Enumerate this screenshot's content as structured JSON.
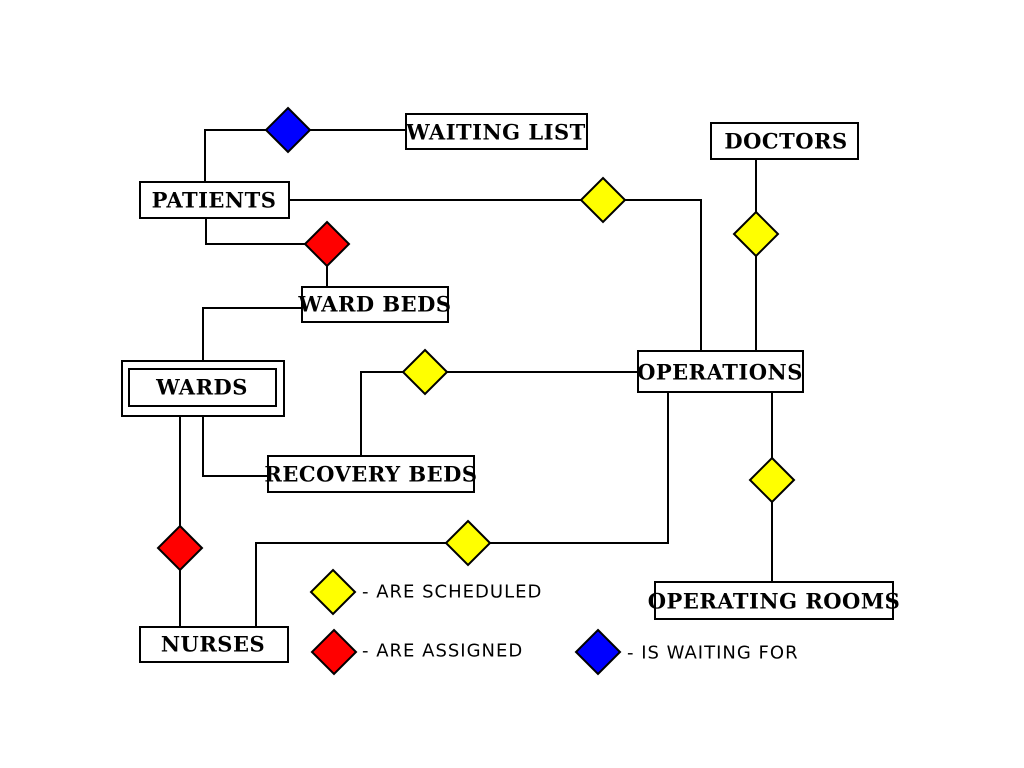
{
  "entities": {
    "waiting_list": "WAITING LIST",
    "doctors": "DOCTORS",
    "patients": "PATIENTS",
    "ward_beds": "WARD BEDS",
    "wards": "WARDS",
    "operations": "OPERATIONS",
    "recovery_beds": "RECOVERY BEDS",
    "operating_rooms": "OPERATING ROOMS",
    "nurses": "NURSES"
  },
  "legend": {
    "scheduled": "- ARE SCHEDULED",
    "assigned": "- ARE ASSIGNED",
    "waiting": "- IS WAITING FOR"
  },
  "colors": {
    "scheduled": "#ffff00",
    "assigned": "#ff0000",
    "waiting": "#0000ff"
  }
}
